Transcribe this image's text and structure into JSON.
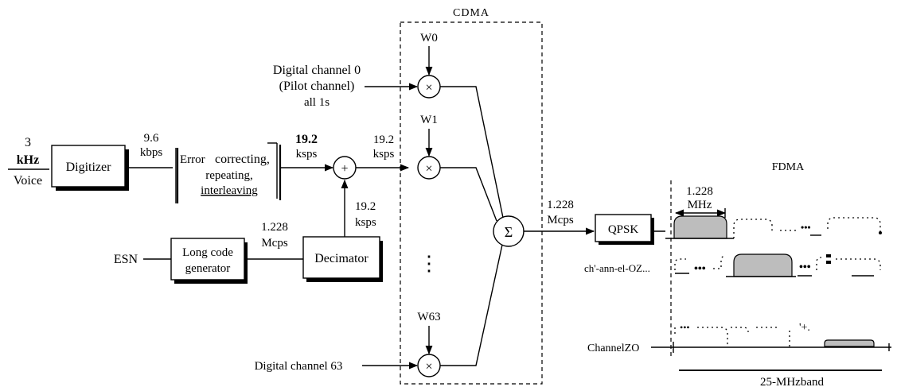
{
  "cdma_label": "CDMA",
  "fdma_label": "FDMA",
  "voice": {
    "value": "3",
    "unit": "kHz",
    "name": "Voice"
  },
  "digitizer": "Digitizer",
  "rate_9_6": {
    "value": "9.6",
    "unit": "kbps"
  },
  "error_block": {
    "line1_a": "Error",
    "line1_b": "correcting,",
    "line2": "repeating,",
    "line3": "interleaving"
  },
  "rate_19_2_a": {
    "value": "19.2",
    "unit": "ksps"
  },
  "rate_19_2_b": {
    "value": "19.2",
    "unit": "ksps"
  },
  "rate_19_2_c": {
    "value": "19.2",
    "unit": "ksps"
  },
  "esn": "ESN",
  "long_code": {
    "line1": "Long code",
    "line2": "generator"
  },
  "rate_1_228_a": {
    "value": "1.228",
    "unit": "Mcps"
  },
  "decimator": "Decimator",
  "plus_symbol": "+",
  "times_symbol": "×",
  "sum_symbol": "Σ",
  "w0": "W0",
  "w1": "W1",
  "w63": "W63",
  "pilot": {
    "line1": "Digital channel 0",
    "line2": "(Pilot channel)",
    "line3": "all 1s"
  },
  "digital_63": "Digital channel 63",
  "vdots": "⋮",
  "rate_1_228_b": {
    "value": "1.228",
    "unit": "Mcps"
  },
  "qpsk": "QPSK",
  "bw": {
    "value": "1.228",
    "unit": "MHz"
  },
  "channel_20_label": "ch'-ann-el-OZ...",
  "channel_zo_label": "ChannelZO",
  "band_label": "25-MHzband",
  "dots_a": "•••",
  "dots_b": "•••",
  "dots_c": "•••",
  "plus_mark": "'+."
}
